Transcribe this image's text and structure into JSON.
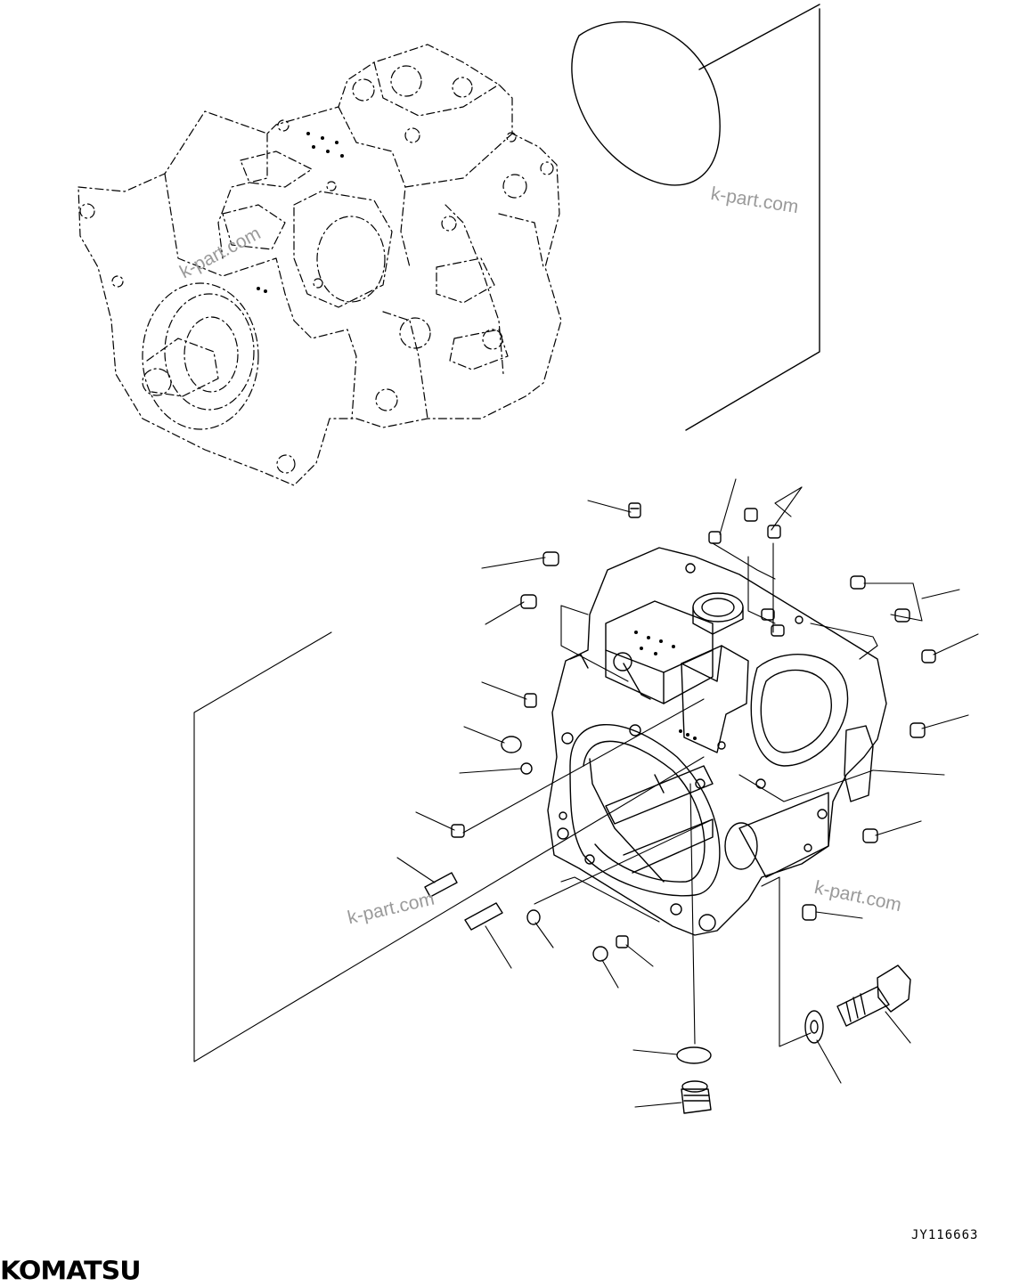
{
  "drawing_code": "JY116663",
  "brand": "KOMATSU",
  "watermarks": [
    "k-part.com",
    "k-part.com",
    "k-part.com",
    "k-part.com"
  ],
  "colors": {
    "line": "#000000",
    "background": "#ffffff",
    "watermark": "#9a9a9a"
  }
}
